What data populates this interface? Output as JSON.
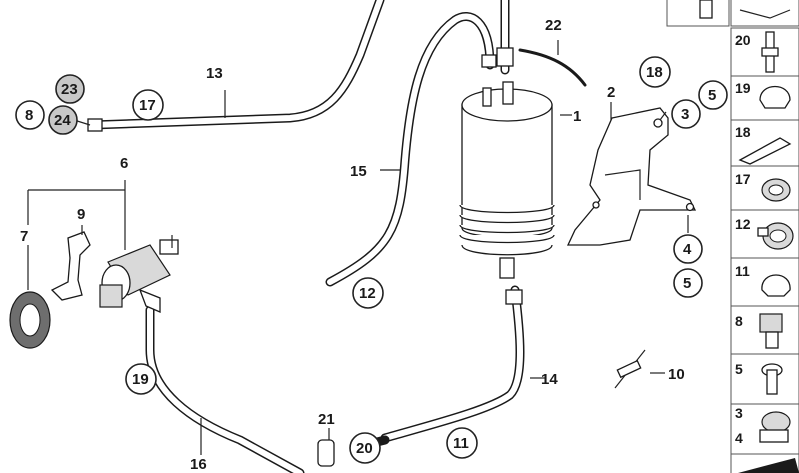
{
  "callouts": {
    "c1": "1",
    "c2": "2",
    "c3": "3",
    "c4": "4",
    "c5a": "5",
    "c5b": "5",
    "c6": "6",
    "c7": "7",
    "c8": "8",
    "c9": "9",
    "c10": "10",
    "c11": "11",
    "c12": "12",
    "c13": "13",
    "c14": "14",
    "c15": "15",
    "c16": "16",
    "c17": "17",
    "c18": "18",
    "c19": "19",
    "c20": "20",
    "c21": "21",
    "c22": "22",
    "c23": "23",
    "c24": "24"
  },
  "legend_table": {
    "rows": [
      {
        "label": "20",
        "icon": "hose-connector-icon"
      },
      {
        "label": "19",
        "icon": "hose-clip-icon"
      },
      {
        "label": "18",
        "icon": "cable-tie-icon"
      },
      {
        "label": "17",
        "icon": "hose-clamp-icon"
      },
      {
        "label": "12",
        "icon": "hose-clamp-icon"
      },
      {
        "label": "11",
        "icon": "clip-icon"
      },
      {
        "label": "8",
        "icon": "valve-connector-icon"
      },
      {
        "label": "5",
        "icon": "screw-icon"
      },
      {
        "label": "3",
        "label2": "4",
        "icon": "clamp-nut-icon"
      }
    ]
  },
  "colors": {
    "grey_callout": "#c8c8c8",
    "line": "#1a1a1a"
  }
}
